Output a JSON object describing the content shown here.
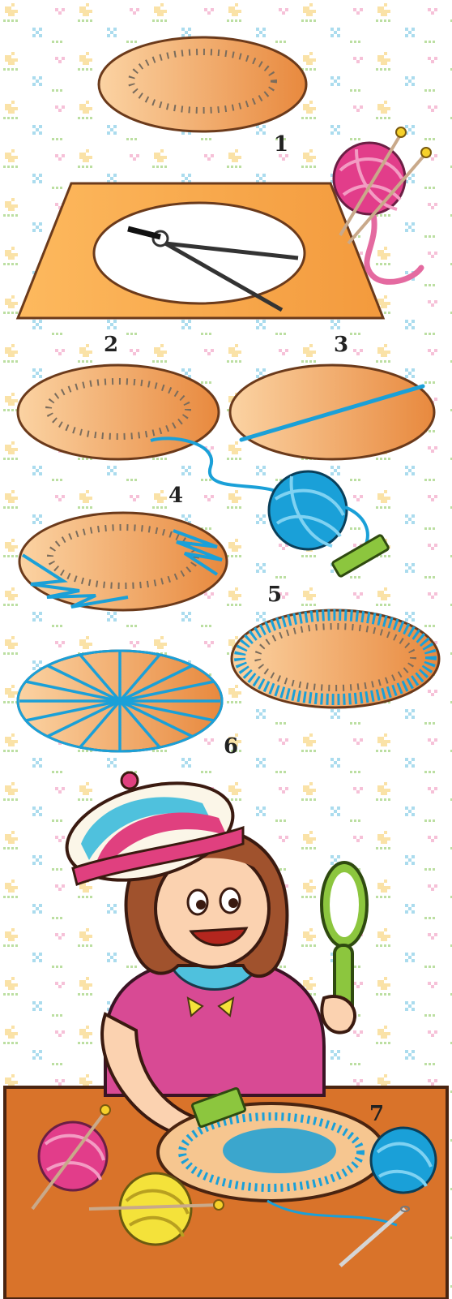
{
  "steps": [
    {
      "label": "1"
    },
    {
      "label": "2"
    },
    {
      "label": "3"
    },
    {
      "label": "4"
    },
    {
      "label": "5"
    },
    {
      "label": "6"
    },
    {
      "label": "7"
    }
  ],
  "colors": {
    "board": "#f0a45a",
    "board_light": "#fbd3a3",
    "yarn_blue": "#1aa0d8",
    "yarn_pink": "#e23d8a",
    "yarn_yellow": "#f4e23a",
    "comb_green": "#8cc63e",
    "beret_pink": "#e0407f",
    "dress_pink": "#d84a94",
    "table": "#d9732a",
    "hair": "#a0522d"
  },
  "icons": [
    "pin-board-icon",
    "compass-icon",
    "yarn-ball-icon",
    "knitting-needle-icon",
    "comb-icon",
    "hand-mirror-icon",
    "beret-icon",
    "sewing-needle-icon"
  ]
}
